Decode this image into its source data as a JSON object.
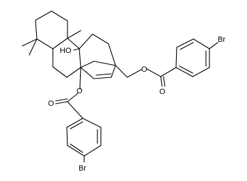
{
  "atoms": {
    "hydroxyl": "HO",
    "bromine_right": "Br",
    "bromine_bottom": "Br",
    "ester_carbonyl_oxygen_right": "O",
    "ester_ether_oxygen_right": "O",
    "ester_carbonyl_oxygen_left": "O",
    "ester_ether_oxygen_left": "O"
  },
  "colors": {
    "bonds": "#000000",
    "labels": "#000000",
    "background": "#ffffff"
  }
}
